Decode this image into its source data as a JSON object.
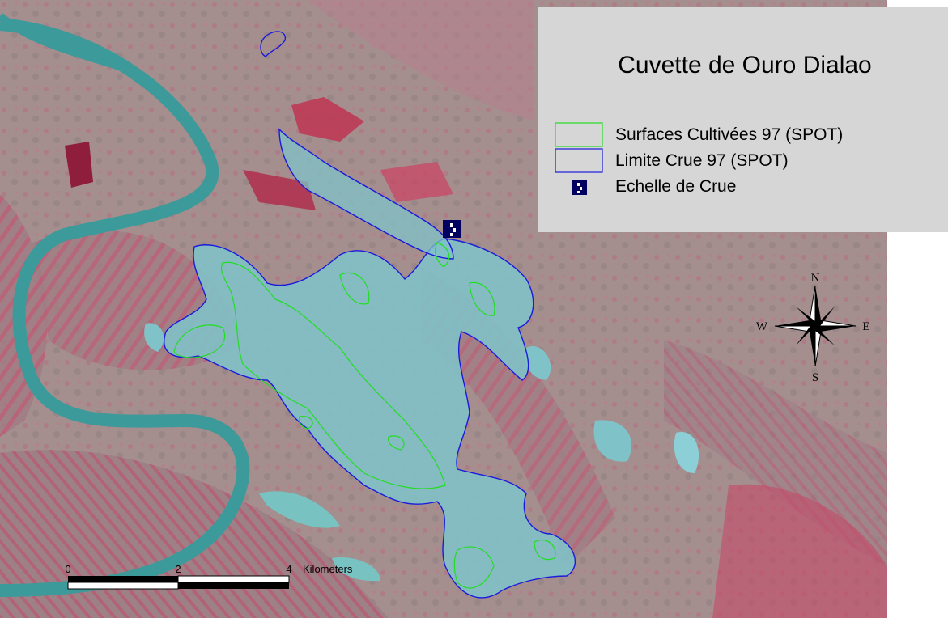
{
  "map": {
    "title": "Cuvette de Ouro Dialao",
    "legend": [
      {
        "label": "Surfaces Cultivées 97 (SPOT)",
        "stroke": "#22dd22",
        "fill": "none",
        "symbol": "rectangle"
      },
      {
        "label": "Limite Crue 97 (SPOT)",
        "stroke": "#1a1adc",
        "fill": "none",
        "symbol": "rectangle"
      },
      {
        "label": "Echelle de Crue",
        "symbol": "gauge-marker"
      }
    ],
    "north_arrow": {
      "n": "N",
      "s": "S",
      "e": "E",
      "w": "W"
    },
    "scale_bar": {
      "ticks": [
        "0",
        "2",
        "4"
      ],
      "unit": "Kilometers"
    },
    "colors": {
      "flood_water": "#7fc3c9",
      "river": "#3d9a9a",
      "vegetation": "#c4546e",
      "ground": "#9e8a8a",
      "flood_limit": "#1a1adc",
      "cultivated": "#22dd22",
      "legend_bg": "#d6d6d6"
    }
  }
}
